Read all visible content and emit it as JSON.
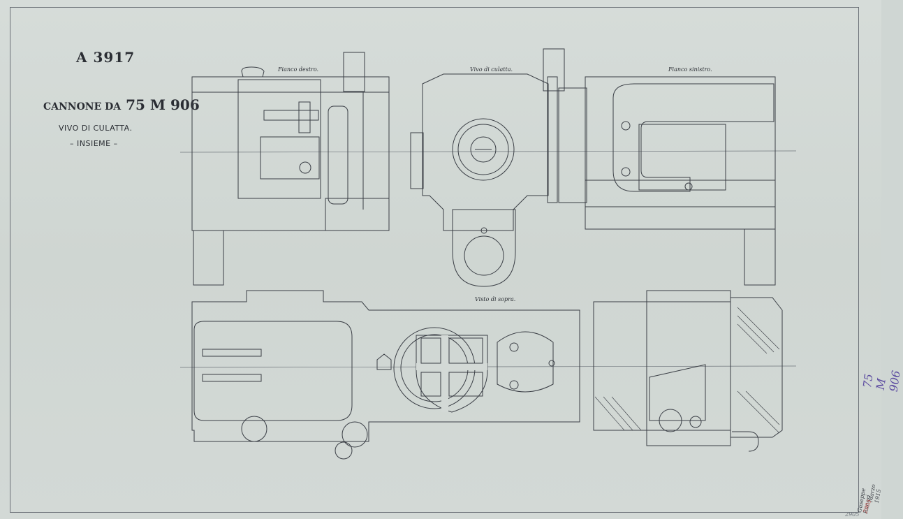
{
  "sheet": {
    "code": "A 3917",
    "title_prefix": "CANNONE DA",
    "title_main": "75 M 906",
    "subtitle": "VIVO DI CULATTA.",
    "subtitle2": "– INSIEME –"
  },
  "views": {
    "right_side": "Fianco destro.",
    "breech_face": "Vivo di culatta.",
    "left_side": "Fianco sinistro.",
    "top_view": "Visto di sopra."
  },
  "annotations": {
    "margin_note": "75 M 906",
    "signature": "Guseppe Raneri",
    "date": "Marzo 1915",
    "stamp": "2905",
    "corner_code": "2905"
  },
  "colors": {
    "paper": "#d3d9d6",
    "ink": "#2a2d33",
    "handwriting": "#5b4aa0",
    "stamp": "#c0504d"
  }
}
